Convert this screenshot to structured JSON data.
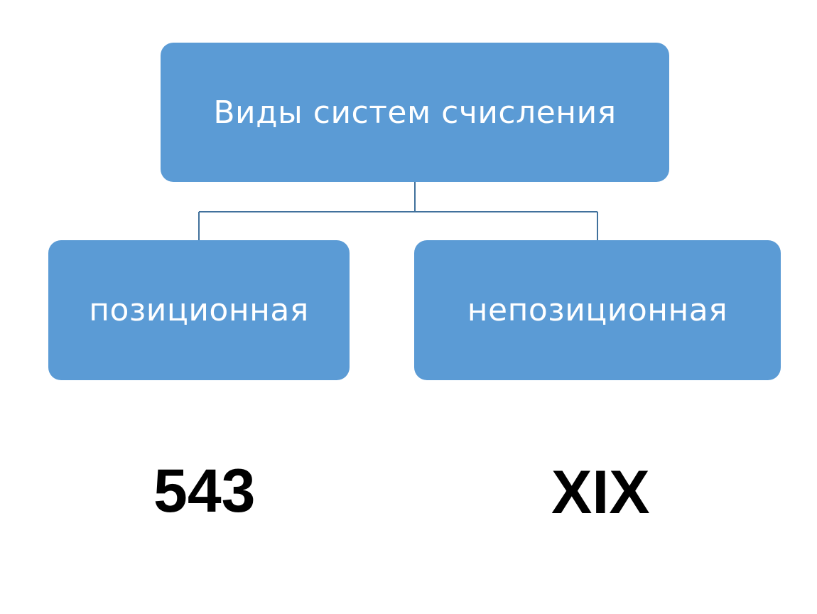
{
  "diagram": {
    "root": {
      "label": "Виды систем счисления"
    },
    "children": [
      {
        "label": "позиционная",
        "example": "543"
      },
      {
        "label": "непозиционная",
        "example": "XIX"
      }
    ]
  },
  "colors": {
    "box_fill": "#5b9bd5",
    "box_text": "#ffffff",
    "connector": "#41719c",
    "example_text": "#000000"
  }
}
